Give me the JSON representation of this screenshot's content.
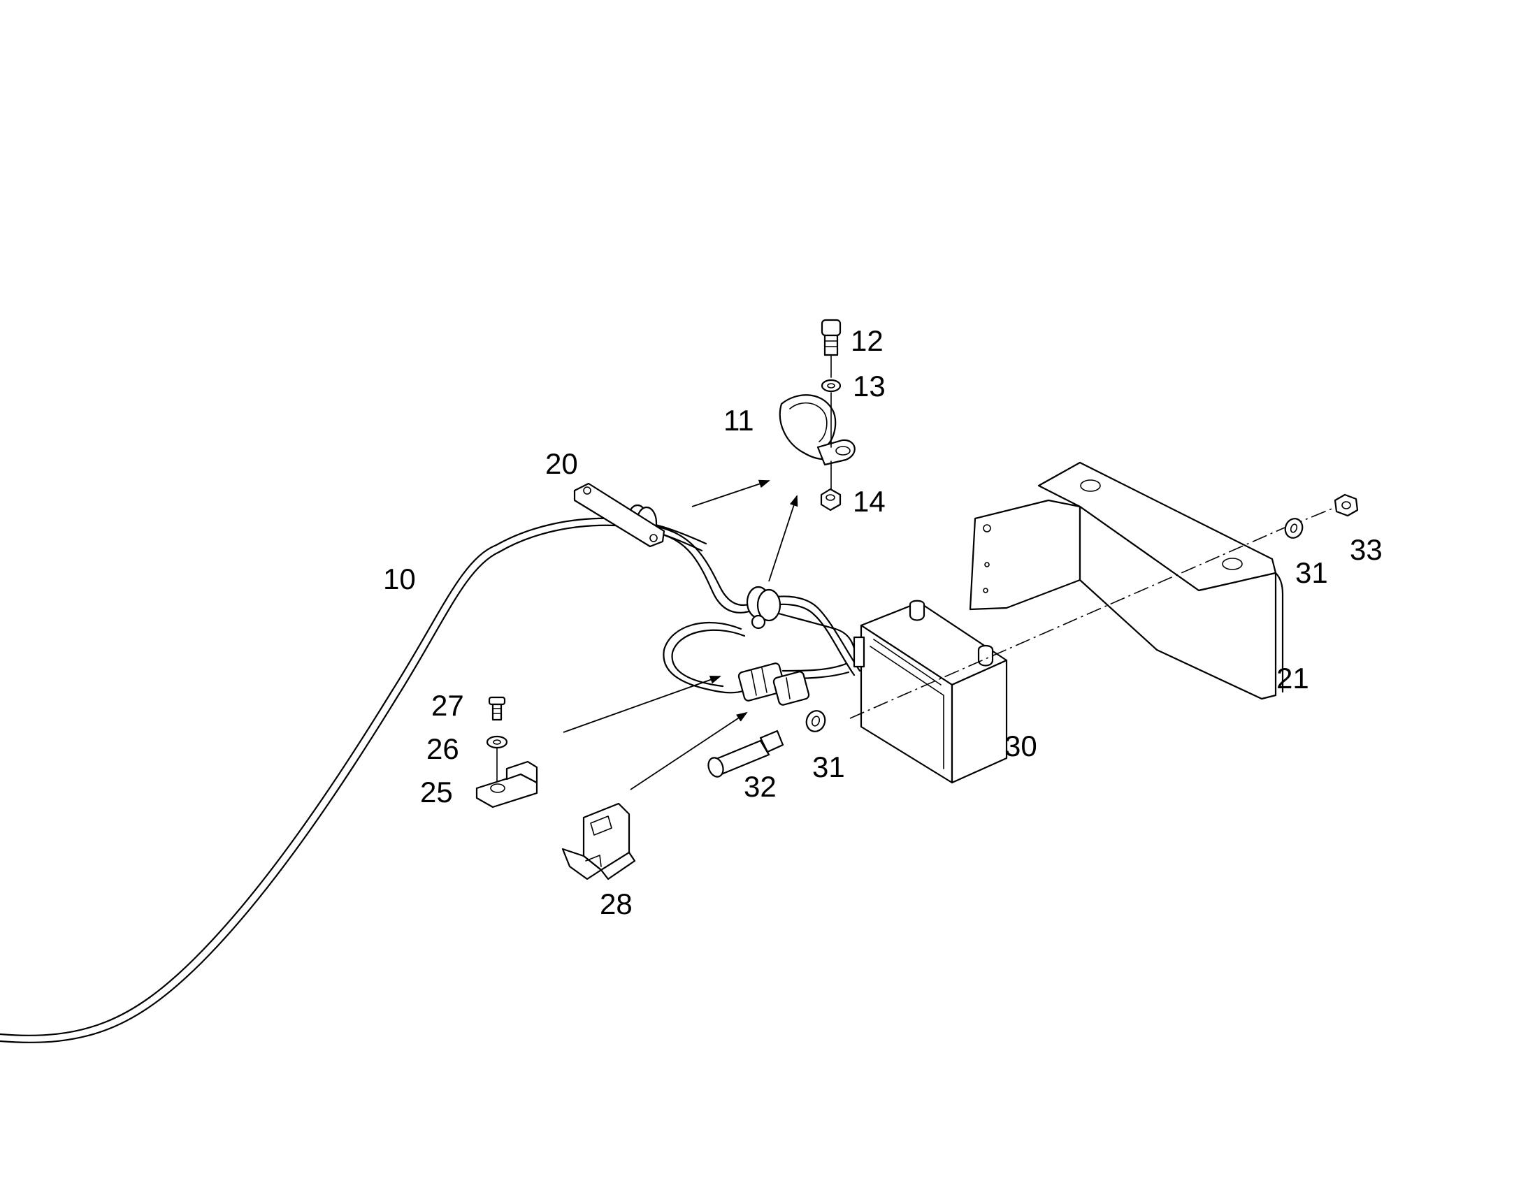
{
  "labels": {
    "p10": "10",
    "p11": "11",
    "p12": "12",
    "p13": "13",
    "p14": "14",
    "p20": "20",
    "p21": "21",
    "p25": "25",
    "p26": "26",
    "p27": "27",
    "p28": "28",
    "p30": "30",
    "p31a": "31",
    "p31b": "31",
    "p32": "32",
    "p33": "33"
  },
  "colors": {
    "ink": "#000000",
    "background": "#ffffff"
  }
}
